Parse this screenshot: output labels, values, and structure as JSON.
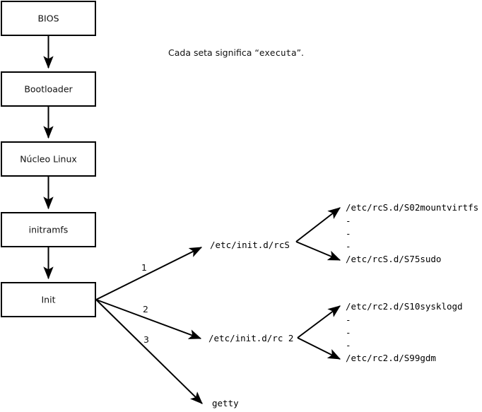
{
  "diagram": {
    "title_note": "Cada seta significa “executa”.",
    "note_parts": {
      "prefix": "Cada seta significa “",
      "mono": "executa",
      "suffix": "”."
    },
    "boot_chain": [
      {
        "id": "bios",
        "label": "BIOS"
      },
      {
        "id": "bootloader",
        "label": "Bootloader"
      },
      {
        "id": "kernel",
        "label": "Núcleo Linux"
      },
      {
        "id": "initramfs",
        "label": "initramfs"
      },
      {
        "id": "init",
        "label": "Init"
      }
    ],
    "init_branches": [
      {
        "number": "1",
        "target": "/etc/init.d/rcS"
      },
      {
        "number": "2",
        "target": "/etc/init.d/rc 2"
      },
      {
        "number": "3",
        "target": "getty"
      }
    ],
    "rcs_scripts": {
      "first": "/etc/rcS.d/S02mountvirtfs",
      "ellipsis": [
        "-",
        "-",
        "-"
      ],
      "last": "/etc/rcS.d/S75sudo"
    },
    "rc2_scripts": {
      "first": "/etc/rc2.d/S10sysklogd",
      "ellipsis": [
        "-",
        "-",
        "-"
      ],
      "last": "/etc/rc2.d/S99gdm"
    },
    "colors": {
      "stroke": "#000000",
      "box_fill": "#ffffff",
      "background": "#ffffff",
      "text": "#111111"
    }
  }
}
